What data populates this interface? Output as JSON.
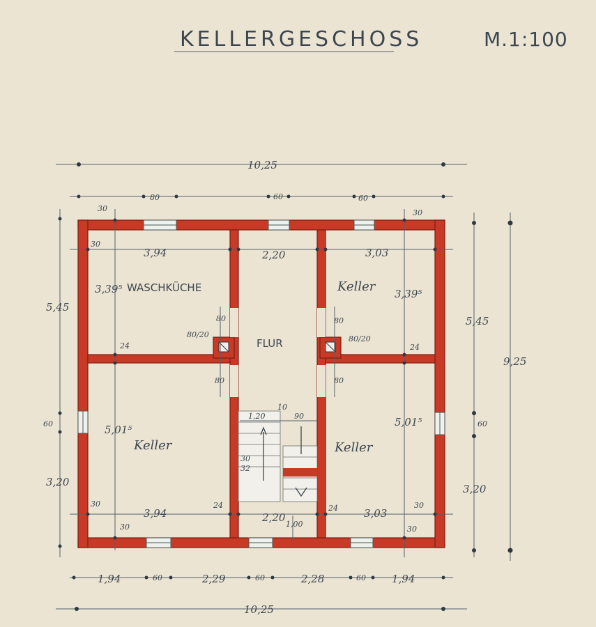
{
  "title": "KELLERGESCHOSS",
  "scale": "M.1:100",
  "colors": {
    "paper": "#ece4d2",
    "wall_fill": "#c83a26",
    "ink": "#3c4650"
  },
  "dimensions": {
    "overall_width_top": "10,25",
    "overall_width_bottom": "10,25",
    "overall_height": "9,25",
    "left_upper_height": "5,45",
    "right_upper_height": "5,45",
    "left_lower_height": "3,20",
    "right_lower_height": "3,20",
    "left_window_60": "60",
    "right_window_60": "60",
    "top_window_80": "80",
    "top_window_60a": "60",
    "top_window_60b": "60",
    "wall_30_top_left": "30",
    "wall_30_left": "30",
    "wall_30_top_right": "30",
    "wall_30_bl_a": "30",
    "wall_30_bl_b": "30",
    "wall_30_br_a": "30",
    "wall_30_br_b": "30",
    "wall_24_ul": "24",
    "wall_24_ur": "24",
    "wall_24_ll": "24",
    "wall_24_lr": "24",
    "door_80_a": "80",
    "door_80_b": "80",
    "door_80_c": "80",
    "door_80_d": "80",
    "chimney_left": "80/20",
    "chimney_right": "80/20",
    "bottom_segments": [
      "1,94",
      "60",
      "2,29",
      "60",
      "2,28",
      "60",
      "1,94"
    ]
  },
  "rooms": {
    "waschkueche": {
      "name": "WASCHKÜCHE",
      "width": "3,94",
      "depth": "3,39⁵"
    },
    "keller_ur": {
      "name": "Keller",
      "width": "3,03",
      "depth": "3,39⁵"
    },
    "flur": {
      "name": "FLUR",
      "width_top": "2,20",
      "width_bottom": "2,20",
      "stair_width": "1,20",
      "stair_90": "90",
      "stair_10": "10",
      "stair_30": "30",
      "stair_32": "32",
      "door_100": "1,00"
    },
    "keller_ll": {
      "name": "Keller",
      "width": "3,94",
      "depth": "5,01⁵"
    },
    "keller_lr": {
      "name": "Keller",
      "width": "3,03",
      "depth": "5,01⁵"
    }
  }
}
